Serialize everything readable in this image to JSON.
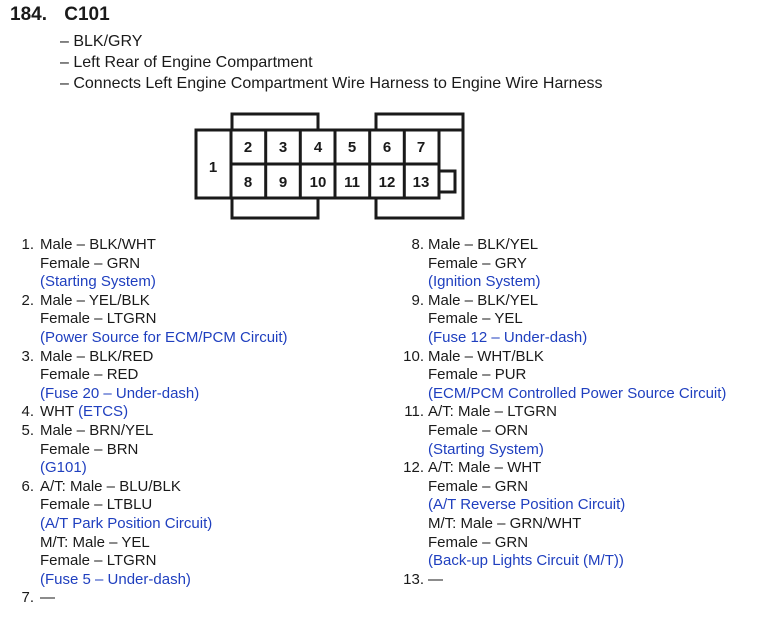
{
  "header": {
    "number": "184.",
    "code": "C101",
    "lines": [
      "– BLK/GRY",
      "– Left Rear of Engine Compartment",
      "– Connects Left Engine Compartment Wire Harness to Engine Wire Harness"
    ]
  },
  "connector": {
    "pin1": "1",
    "top_row": [
      "2",
      "3",
      "4",
      "5",
      "6",
      "7"
    ],
    "bottom_row": [
      "8",
      "9",
      "10",
      "11",
      "12",
      "13"
    ]
  },
  "pins_left": [
    {
      "num": "1.",
      "male": "Male – BLK/WHT",
      "female": "Female – GRN",
      "note": "(Starting System)"
    },
    {
      "num": "2.",
      "male": "Male – YEL/BLK",
      "female": "Female – LTGRN",
      "note": "(Power Source for ECM/PCM Circuit)"
    },
    {
      "num": "3.",
      "male": "Male – BLK/RED",
      "female": "Female – RED",
      "note": "(Fuse 20 – Under-dash)"
    },
    {
      "num": "4.",
      "wire": "WHT",
      "note": "(ETCS)"
    },
    {
      "num": "5.",
      "male": "Male – BRN/YEL",
      "female": "Female – BRN",
      "note": "(G101)"
    },
    {
      "num": "6.",
      "at_male": "A/T: Male – BLU/BLK",
      "at_female": "Female – LTBLU",
      "at_note": "(A/T Park Position Circuit)",
      "mt_male": "M/T: Male – YEL",
      "mt_female": "Female – LTGRN",
      "mt_note": "(Fuse 5 – Under-dash)"
    },
    {
      "num": "7.",
      "dash": "—"
    }
  ],
  "pins_right": [
    {
      "num": "8.",
      "male": "Male – BLK/YEL",
      "female": "Female – GRY",
      "note": "(Ignition System)"
    },
    {
      "num": "9.",
      "male": "Male – BLK/YEL",
      "female": "Female – YEL",
      "note": "(Fuse 12 – Under-dash)"
    },
    {
      "num": "10.",
      "male": "Male – WHT/BLK",
      "female": "Female – PUR",
      "note": "(ECM/PCM Controlled Power Source Circuit)"
    },
    {
      "num": "11.",
      "male": "A/T: Male – LTGRN",
      "female": "Female – ORN",
      "note": "(Starting System)"
    },
    {
      "num": "12.",
      "at_male": "A/T: Male – WHT",
      "at_female": "Female – GRN",
      "at_note": "(A/T Reverse Position Circuit)",
      "mt_male": "M/T: Male – GRN/WHT",
      "mt_female": "Female – GRN",
      "mt_note": "(Back-up Lights Circuit (M/T))"
    },
    {
      "num": "13.",
      "dash": "—"
    }
  ],
  "colors": {
    "text": "#1a1a1a",
    "circuit_note": "#1f3fbf"
  }
}
